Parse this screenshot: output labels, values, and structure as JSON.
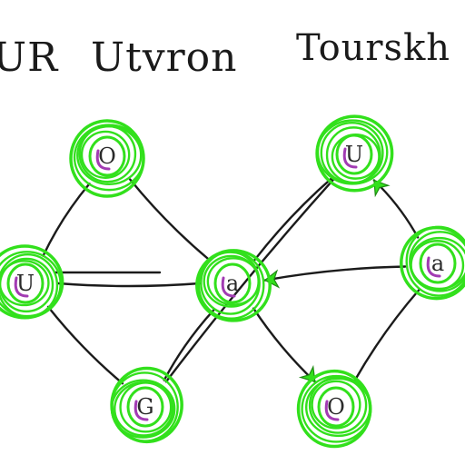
{
  "title": {
    "left": "UR",
    "middle": "Utvron",
    "right": "Tourskh"
  },
  "colors": {
    "ink": "#1b1b1b",
    "node_green": "#32e01c",
    "node_purple": "#a23bb3",
    "background": "#ffffff"
  },
  "nodes": [
    {
      "id": "top-left",
      "letter": "O"
    },
    {
      "id": "top-right",
      "letter": "U"
    },
    {
      "id": "mid-left",
      "letter": "U"
    },
    {
      "id": "center",
      "letter": "a"
    },
    {
      "id": "mid-right",
      "letter": "a"
    },
    {
      "id": "bottom-left",
      "letter": "G"
    },
    {
      "id": "bottom-right",
      "letter": "O"
    }
  ],
  "edges": [
    {
      "from": "top-left",
      "to": "mid-left"
    },
    {
      "from": "top-left",
      "to": "center"
    },
    {
      "from": "top-right",
      "to": "center"
    },
    {
      "from": "top-right",
      "to": "bottom-left"
    },
    {
      "from": "mid-left",
      "to": "center"
    },
    {
      "from": "mid-left",
      "to": "bottom-left"
    },
    {
      "from": "center",
      "to": "bottom-left"
    },
    {
      "from": "center",
      "to": "bottom-right",
      "arrow": true
    },
    {
      "from": "mid-right",
      "to": "center",
      "arrow": true
    },
    {
      "from": "mid-right",
      "to": "top-right",
      "arrow": true
    },
    {
      "from": "mid-right",
      "to": "bottom-right"
    }
  ]
}
